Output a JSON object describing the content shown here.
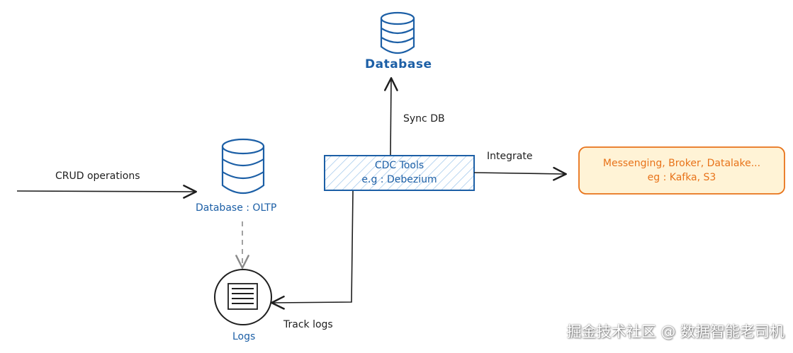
{
  "diagram": {
    "crud_label": "CRUD operations",
    "oltp_db_label": "Database : OLTP",
    "logs_label": "Logs",
    "track_logs_label": "Track logs",
    "cdc_line1": "CDC Tools",
    "cdc_line2": "e.g : Debezium",
    "sync_label": "Sync DB",
    "top_db_label": "Database",
    "integrate_label": "Integrate",
    "target_line1": "Messenging, Broker, Datalake...",
    "target_line2": "eg : Kafka, S3"
  },
  "watermark": "掘金技术社区 @ 数据智能老司机",
  "colors": {
    "blue": "#1c5fa6",
    "orange": "#e8731a",
    "dark": "#1e1e1e",
    "gray_arrow": "#8a8a8a"
  }
}
